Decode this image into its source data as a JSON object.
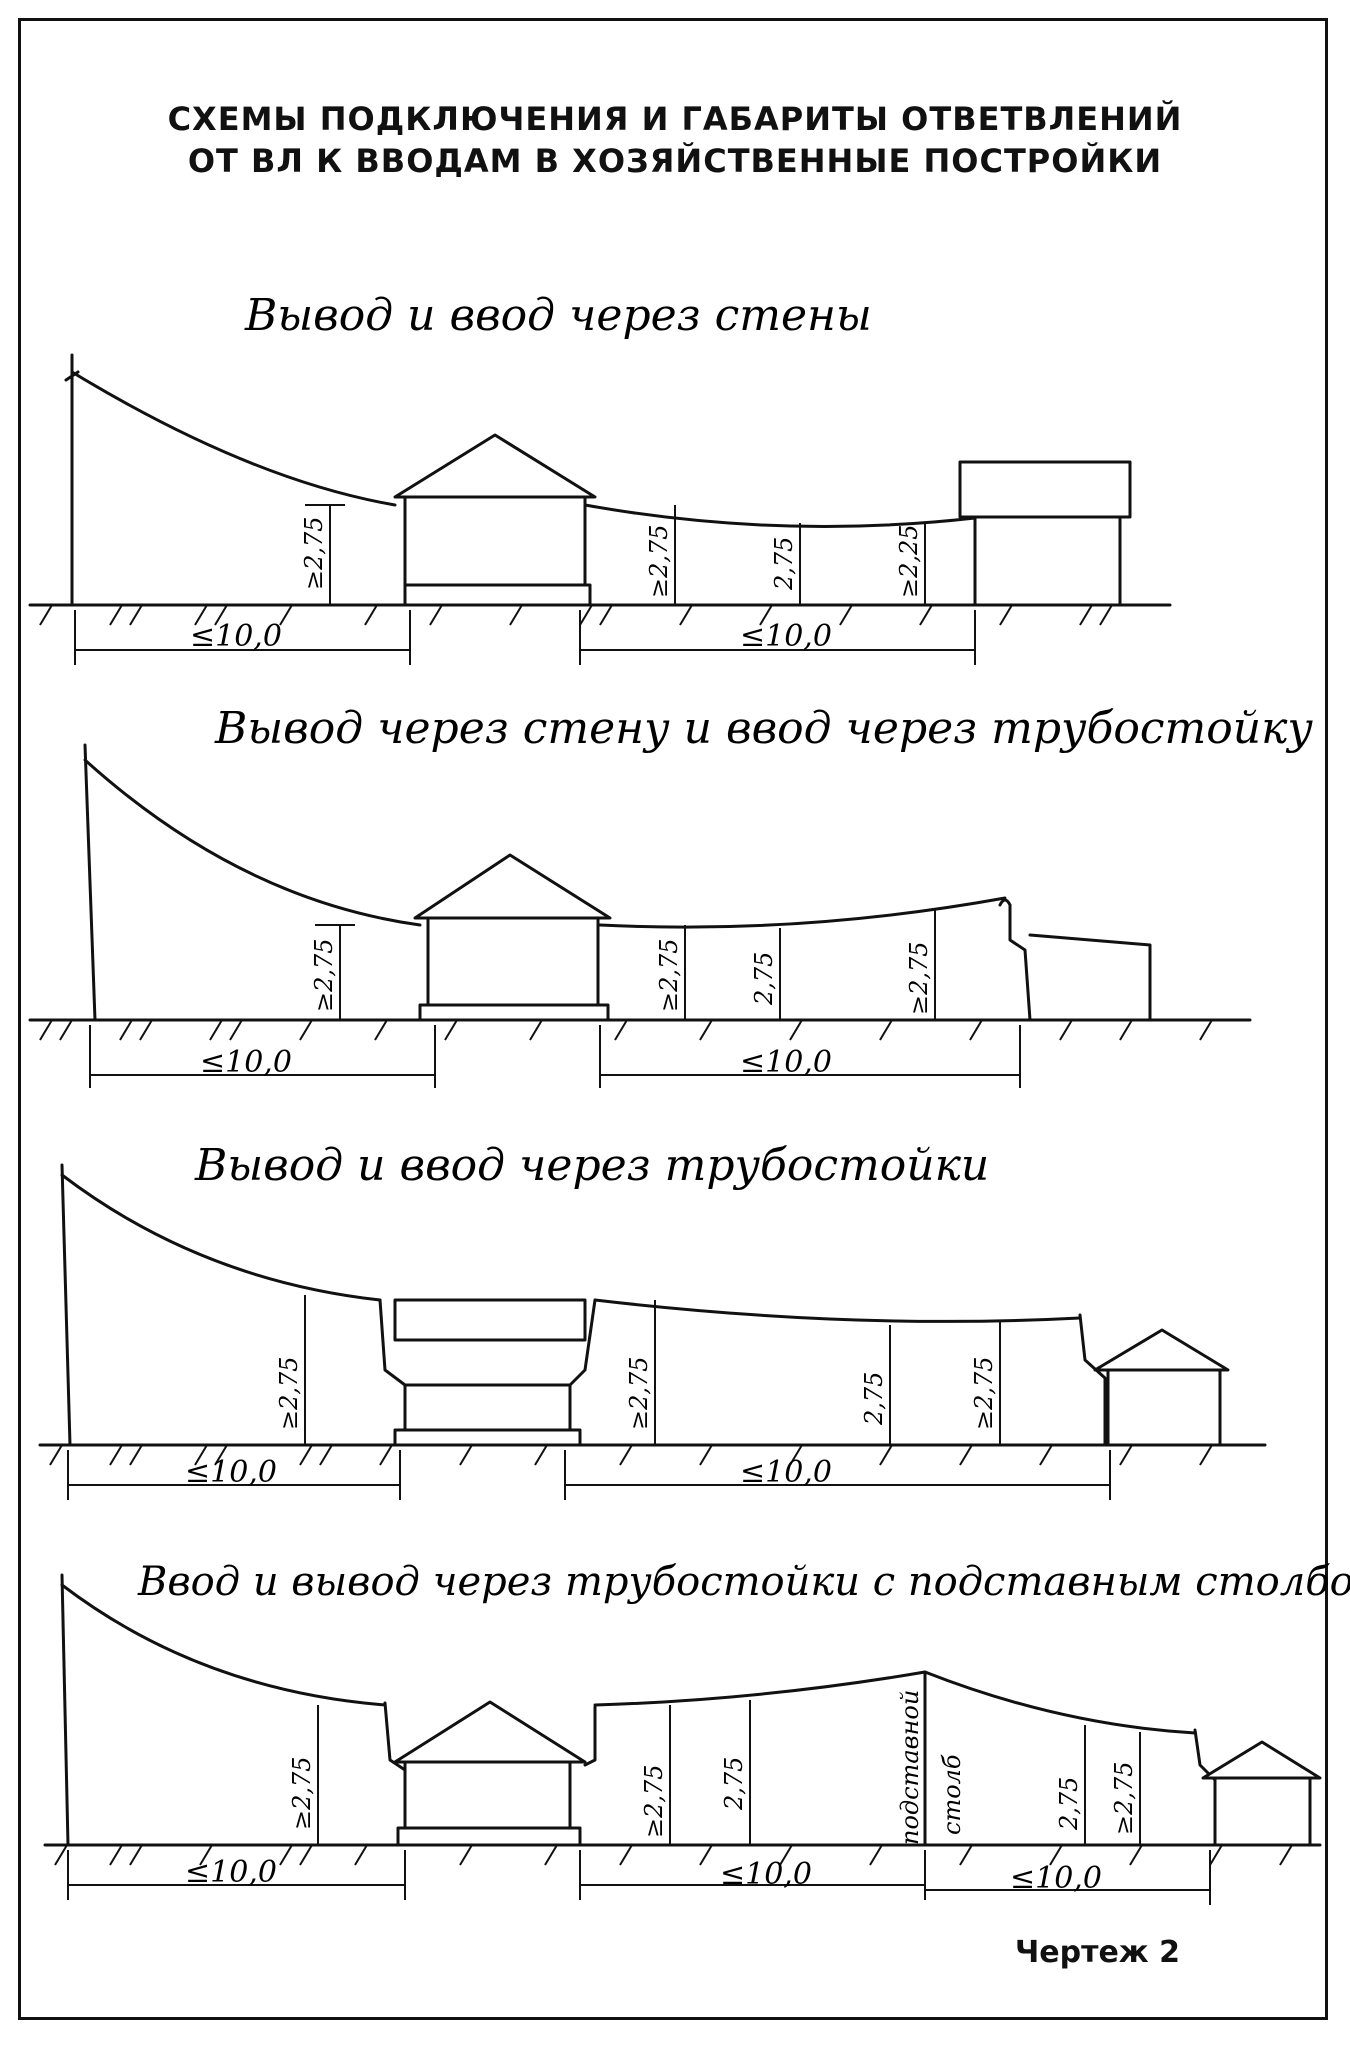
{
  "title": {
    "line1": "СХЕМЫ ПОДКЛЮЧЕНИЯ И ГАБАРИТЫ ОТВЕТВЛЕНИЙ",
    "line2": "ОТ ВЛ К ВВОДАМ В ХОЗЯЙСТВЕННЫЕ ПОСТРОЙКИ"
  },
  "schemes": [
    {
      "caption": "Вывод и ввод через стены",
      "heights": [
        "≥2,75",
        "≥2,75",
        "2,75",
        "≥2,25"
      ],
      "spans": [
        "≤10,0",
        "≤10,0"
      ]
    },
    {
      "caption": "Вывод через стену и ввод через трубостойку",
      "heights": [
        "≥2,75",
        "≥2,75",
        "2,75",
        "≥2,75"
      ],
      "spans": [
        "≤10,0",
        "≤10,0"
      ]
    },
    {
      "caption": "Вывод и ввод через трубостойки",
      "heights": [
        "≥2,75",
        "≥2,75",
        "2,75",
        "≥2,75"
      ],
      "spans": [
        "≤10,0",
        "≤10,0"
      ]
    },
    {
      "caption": "Ввод и вывод через трубостойки с подставным столбом",
      "heights": [
        "≥2,75",
        "≥2,75",
        "2,75",
        "2,75",
        "≥2,75"
      ],
      "spans": [
        "≤10,0",
        "≤10,0",
        "≤10,0"
      ],
      "pole_label_1": "подставной",
      "pole_label_2": "столб"
    }
  ],
  "sheet_label": "Чертеж 2"
}
